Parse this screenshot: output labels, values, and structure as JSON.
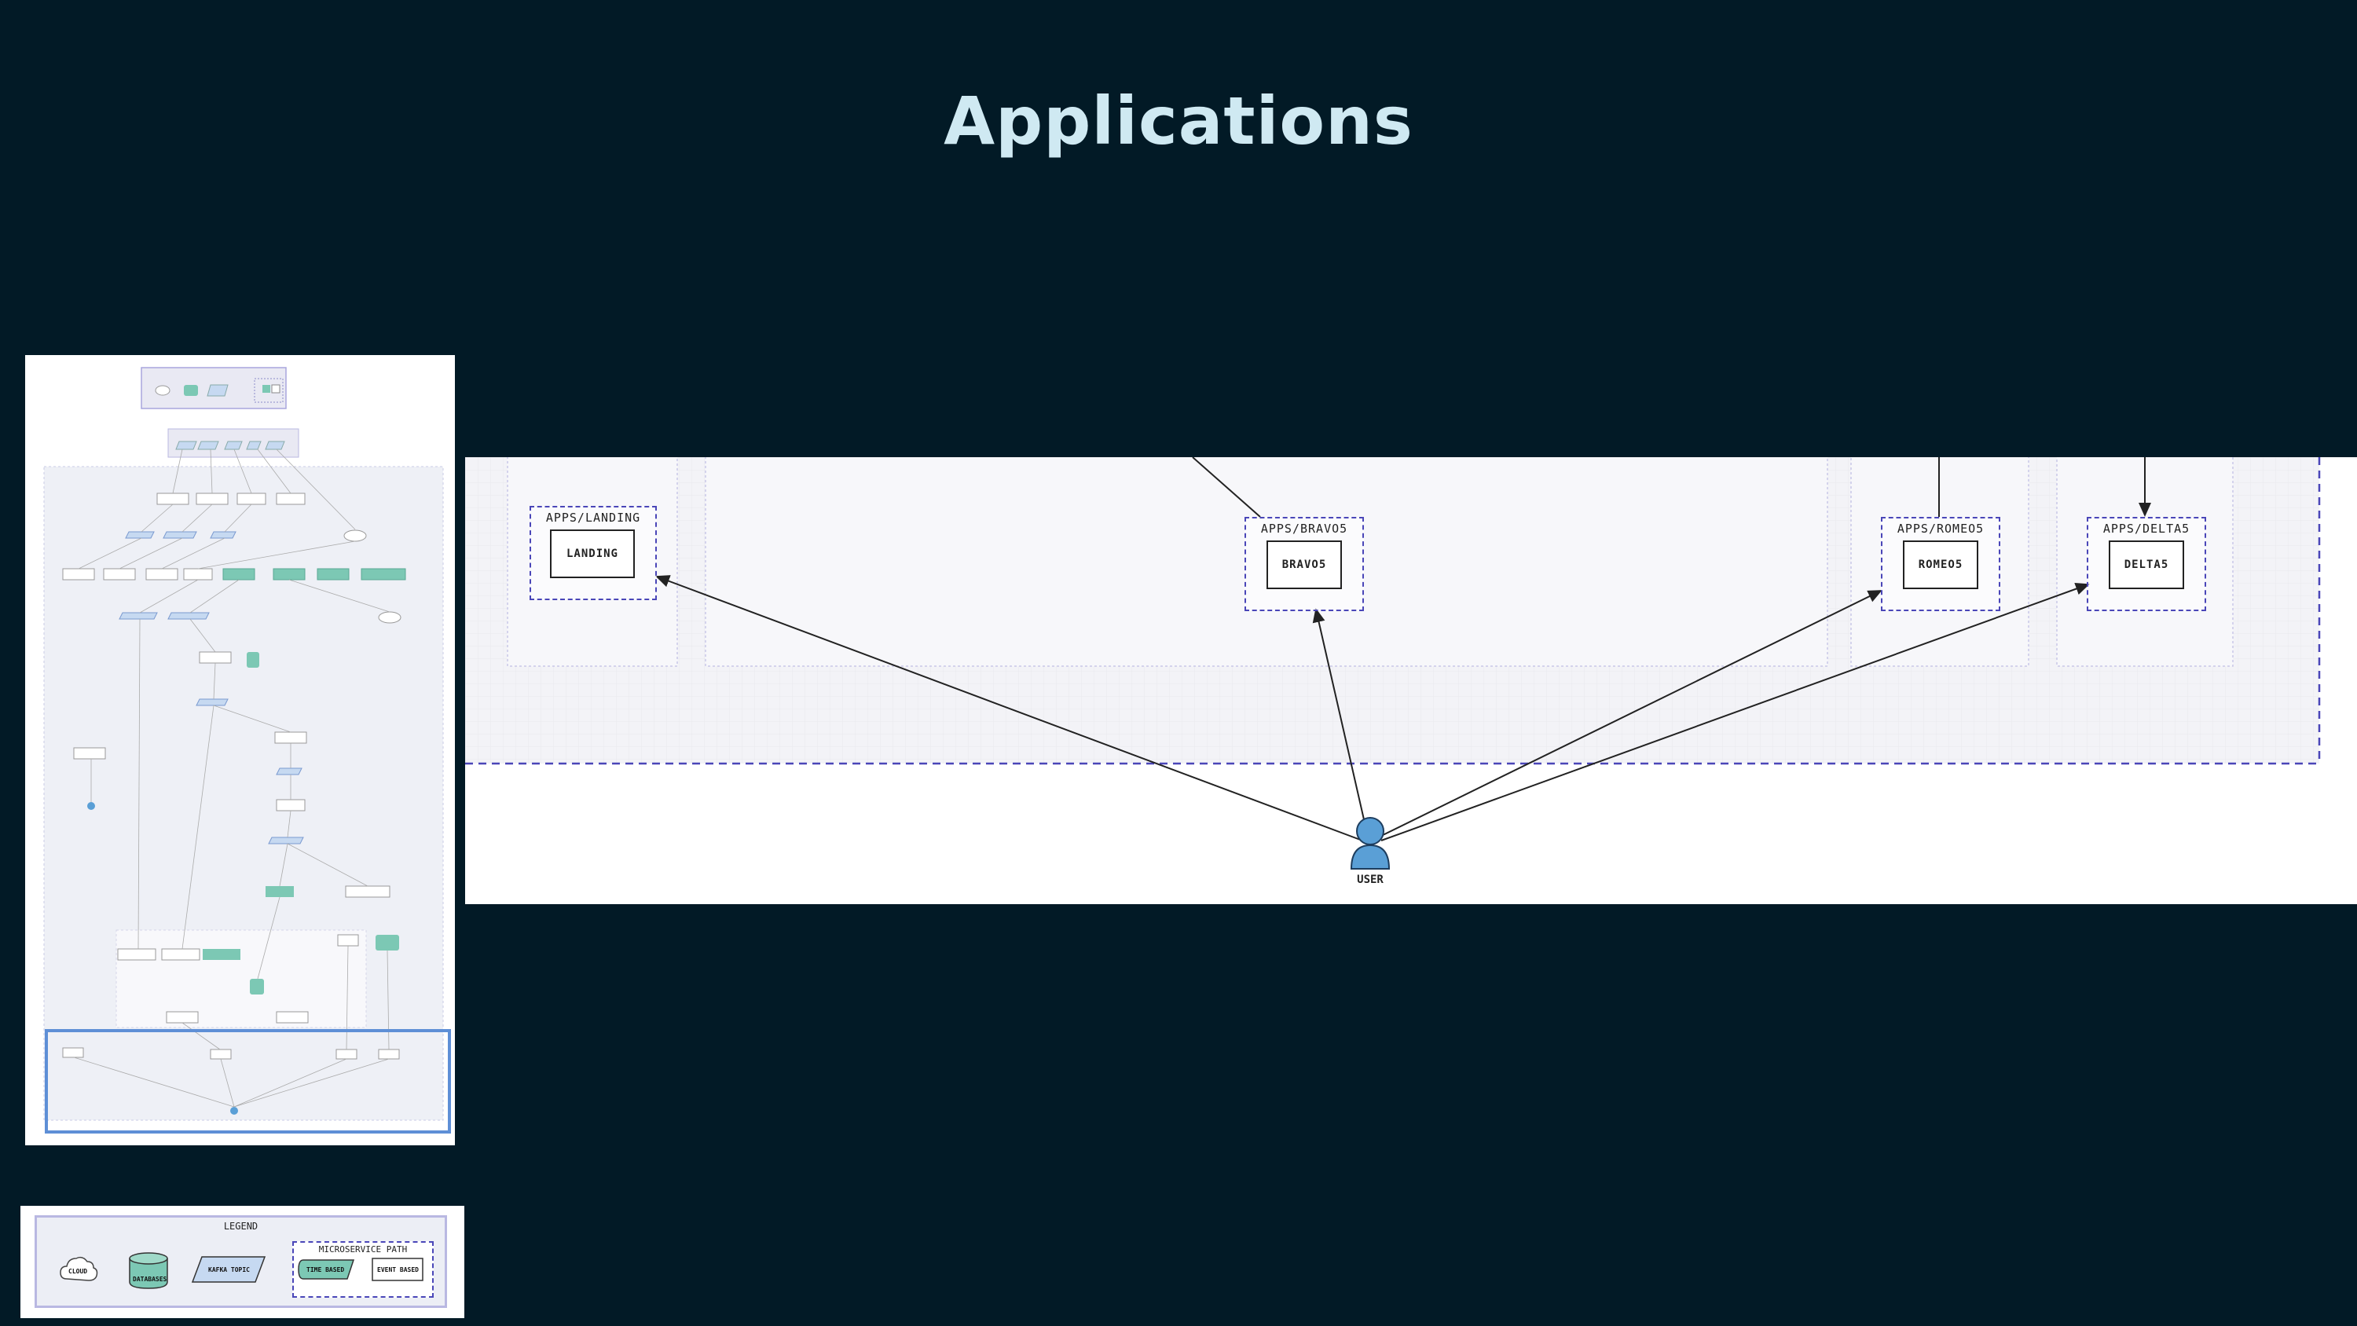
{
  "title": "Applications",
  "diagram": {
    "apps": [
      {
        "group_label": "APPS/LANDING",
        "node_label": "LANDING"
      },
      {
        "group_label": "APPS/BRAVO5",
        "node_label": "BRAVO5"
      },
      {
        "group_label": "APPS/ROMEO5",
        "node_label": "ROMEO5"
      },
      {
        "group_label": "APPS/DELTA5",
        "node_label": "DELTA5"
      }
    ],
    "user_label": "USER"
  },
  "legend": {
    "title": "LEGEND",
    "items": {
      "cloud": "CLOUD",
      "database": "DATABASES",
      "kafka": "KAFKA TOPIC"
    },
    "microservice_path": {
      "title": "MICROSERVICE PATH",
      "time_based": "TIME BASED",
      "event_based": "EVENT BASED"
    }
  },
  "colors": {
    "background": "#021a26",
    "title": "#cfe9f2",
    "user_icon": "#5a9fd6",
    "database": "#7cc8b4",
    "kafka": "#c6d9f1",
    "dashed_border": "#4a46b8"
  }
}
